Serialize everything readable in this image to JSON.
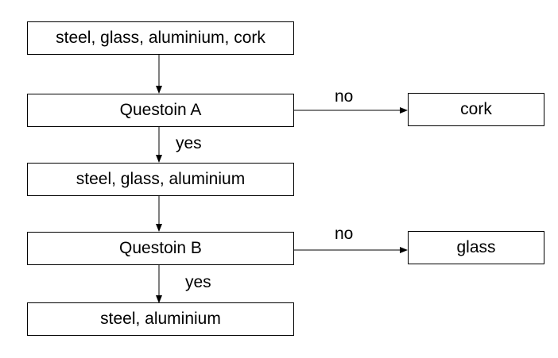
{
  "nodes": {
    "start": "steel, glass, aluminium, cork",
    "question_a": "Questoin A",
    "cork": "cork",
    "after_a": "steel, glass, aluminium",
    "question_b": "Questoin B",
    "glass": "glass",
    "result": "steel, aluminium"
  },
  "edges": {
    "a_no": "no",
    "a_yes": "yes",
    "b_no": "no",
    "b_yes": "yes"
  }
}
